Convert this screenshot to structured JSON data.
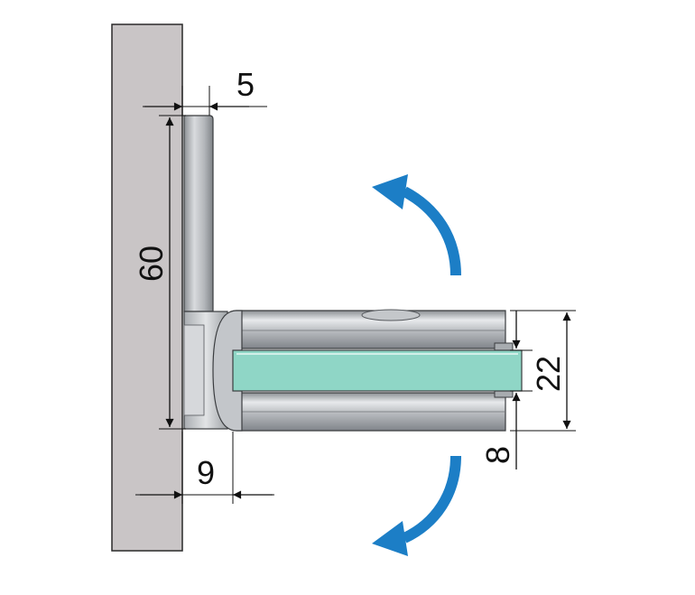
{
  "dimensions": {
    "wall_offset": "5",
    "bracket_height": "60",
    "clamp_offset": "9",
    "clamp_height": "22",
    "glass_thickness": "8"
  },
  "colors": {
    "wall": "#c9c5c6",
    "metal_light": "#e6e8ea",
    "metal_mid": "#b9bcc0",
    "metal_dark": "#7d8185",
    "glass": "#8fd6c6",
    "arrow": "#1c7ec6",
    "line": "#111111"
  },
  "icons": {
    "rotate_up": "curved-arrow-up-icon",
    "rotate_down": "curved-arrow-down-icon"
  }
}
